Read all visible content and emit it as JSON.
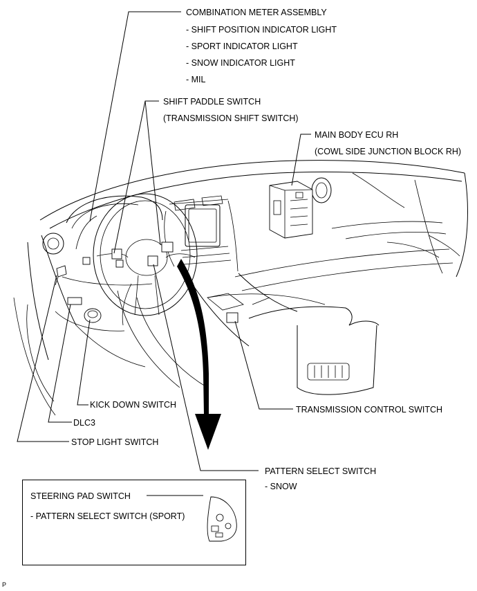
{
  "labels": {
    "combination_meter": "COMBINATION METER ASSEMBLY",
    "shift_position_light": "- SHIFT POSITION INDICATOR LIGHT",
    "sport_light": "- SPORT INDICATOR LIGHT",
    "snow_light": "- SNOW INDICATOR LIGHT",
    "mil": "- MIL",
    "shift_paddle": "SHIFT PADDLE SWITCH",
    "transmission_shift": "(TRANSMISSION SHIFT SWITCH)",
    "main_body_ecu": "MAIN BODY ECU RH",
    "cowl_side": "(COWL SIDE JUNCTION BLOCK RH)",
    "kick_down": "KICK DOWN SWITCH",
    "dlc3": "DLC3",
    "stop_light": "STOP LIGHT SWITCH",
    "transmission_control": "TRANSMISSION CONTROL SWITCH",
    "pattern_select": "PATTERN SELECT SWITCH",
    "snow": "- SNOW",
    "steering_pad": "STEERING PAD SWITCH",
    "pattern_select_sport": "- PATTERN SELECT SWITCH (SPORT)",
    "corner_code": "P"
  },
  "icons": {
    "drawing": "vehicle-interior-line-drawing",
    "arrow": "curved-arrow-icon"
  }
}
